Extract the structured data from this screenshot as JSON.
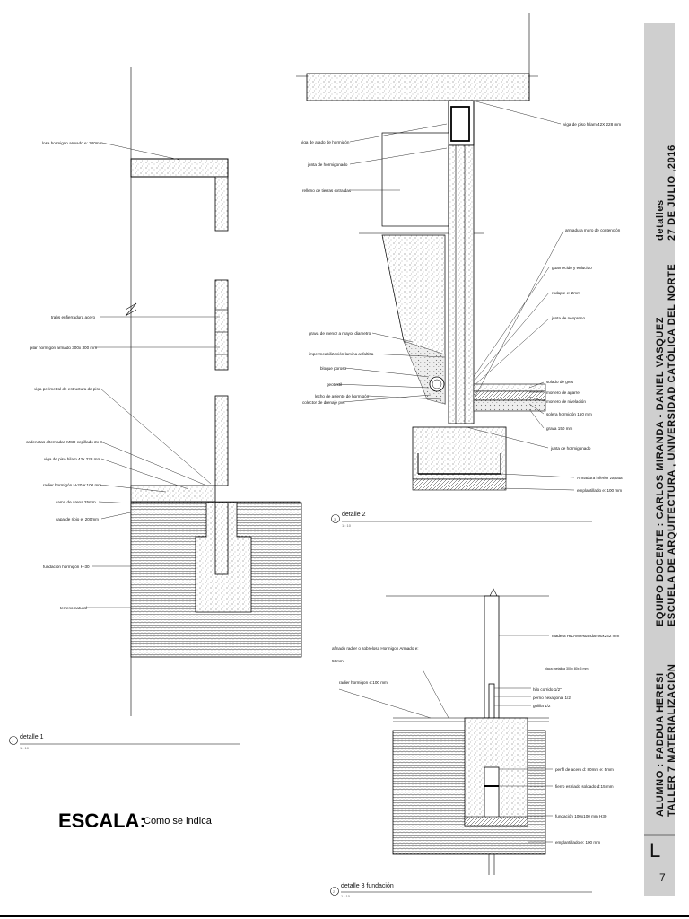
{
  "detail1": {
    "title": "detalle 1",
    "scale": "1 : 10",
    "number": "1",
    "labels": [
      "losa hormigón armado e: 300mm",
      "trabs enfierradura acero",
      "pilar hormigón armado 300x 300 mm",
      "viga perimetral de estructura de piso",
      "cadenetas alternadas MSD cepillado 2x 8",
      "viga de piso hilam 42x 228 mm",
      "radier hormigón H-20 e:100 mm",
      "cama de arena 25mm",
      "capa de ripio e: 200mm",
      "fundación hormigón H-30",
      "terreno natural"
    ]
  },
  "detail2": {
    "title": "detalle 2",
    "scale": "1 : 10",
    "number": "3",
    "labels_left": [
      "viga de atado de hormigón",
      "junta de hormigonado",
      "relleno de tierras extraidas",
      "grava de menor a mayor diametro",
      "impermeabilización lamina asfaltica",
      "bloque poroso",
      "geotextil",
      "colector de drenaje pvc",
      "lecho de asiento de hormigón"
    ],
    "labels_right": [
      "viga de piso hilam 42X 228 mm",
      "armadura muro de contención",
      "guarnecido y enlucido",
      "rodapie e: 2mm",
      "junta de neopreno",
      "solado de gres",
      "mortero de agarre",
      "mortero de nivelación",
      "solera hormigón 150 mm",
      "grava 150 mm",
      "junta de hormigonado",
      "Armadura inferior zapata",
      "emplantillado e: 100 mm"
    ]
  },
  "detail3": {
    "title": "detalle 3 fundación",
    "scale": "1 : 10",
    "number": "2",
    "labels_left": [
      "afinado radier o sobrelosa Hormigon Armado e: 50mm",
      "radier hormigon e:100 mm"
    ],
    "labels_right": [
      "madera HILAM estandar 90x242 mm",
      "placa metalica 300x 80x 5 mm",
      "hilo corrido 1/2\"",
      "perno hexagonal 1/2",
      "golilla 1/2\"",
      "perfil de acero d: 80mm e: 5mm",
      "fierro estriado soldado d:15 mm",
      "fundación 100x100 mm H30",
      "emplantillado e: 100 mm"
    ]
  },
  "escala": {
    "label": "ESCALA:",
    "value": "Como se indica"
  },
  "title_block": {
    "student": "ALUMNO : FADDUA HERESI",
    "course": "TALLER 7 MATERIALIZACIÓN",
    "teachers": "EQUIPO DOCENTE : CARLOS MIRANDA - DANIEL VASQUEZ",
    "school": "ESCUELA DE ARQUITECTURA , UNIVERSIDAD CATÓLICA DEL NORTE",
    "sheet_type": "detalles",
    "date": "27 DE JULIO ,2016",
    "sheet_letter": "L",
    "sheet_number": "7"
  },
  "colors": {
    "title_block_bg": "#cfcfcf",
    "gravel": "#e9e9e9"
  }
}
